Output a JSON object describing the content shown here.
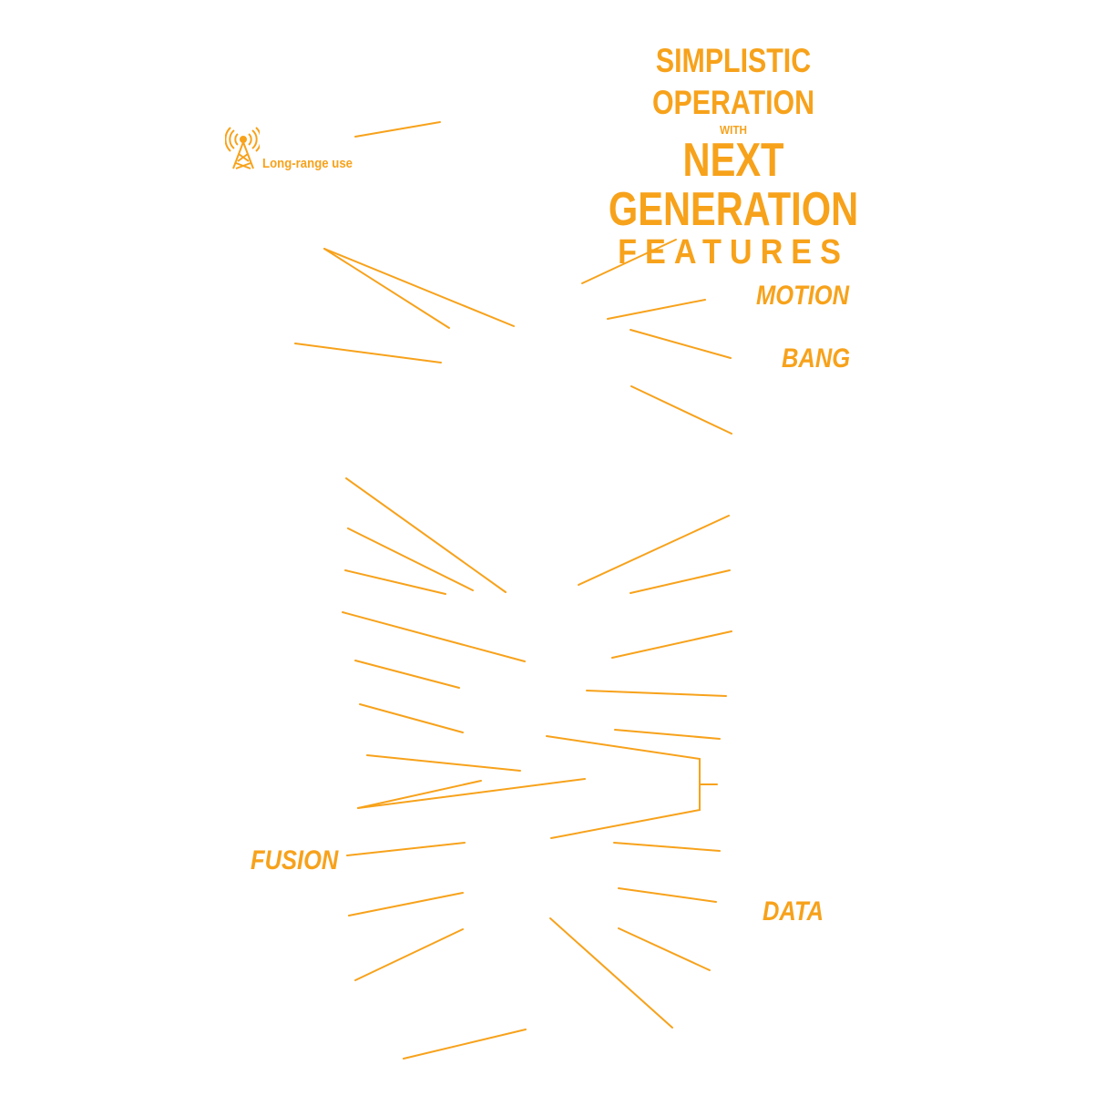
{
  "title": {
    "line1": "SIMPLISTIC OPERATION",
    "line2": "WITH",
    "line3": "NEXT GENERATION",
    "line4": "FEATURES"
  },
  "badge": {
    "icon": "radio-tower-icon",
    "label": "Long-range use"
  },
  "callouts": {
    "motion": "MOTION",
    "bang": "BANG",
    "fusion": "FUSION",
    "data": "DATA"
  },
  "colors": {
    "accent": "#f7a21b",
    "background": "#ffffff"
  }
}
